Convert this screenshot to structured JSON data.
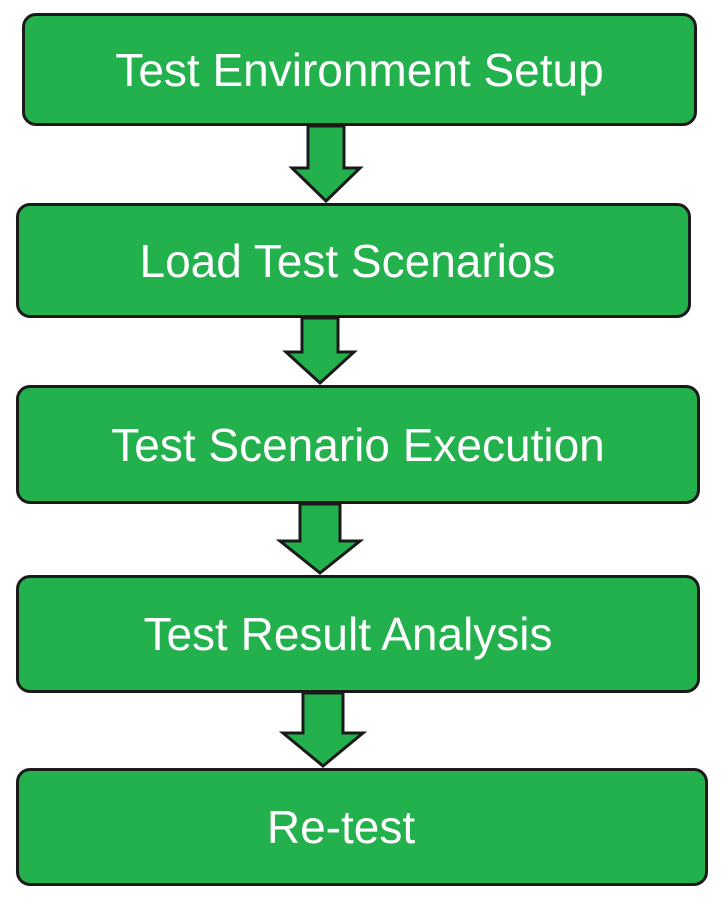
{
  "colors": {
    "box_fill": "#22b14c",
    "arrow_fill": "#22b14c",
    "outline": "#1a1a1a",
    "text": "#ffffff"
  },
  "steps": [
    {
      "label": "Test Environment Setup"
    },
    {
      "label": "Load Test Scenarios"
    },
    {
      "label": "Test Scenario Execution"
    },
    {
      "label": "Test Result Analysis"
    },
    {
      "label": "Re-test"
    }
  ],
  "connectors": [
    {
      "from": 0,
      "to": 1,
      "type": "down-arrow"
    },
    {
      "from": 1,
      "to": 2,
      "type": "down-arrow"
    },
    {
      "from": 2,
      "to": 3,
      "type": "down-arrow"
    },
    {
      "from": 3,
      "to": 4,
      "type": "down-arrow"
    }
  ]
}
